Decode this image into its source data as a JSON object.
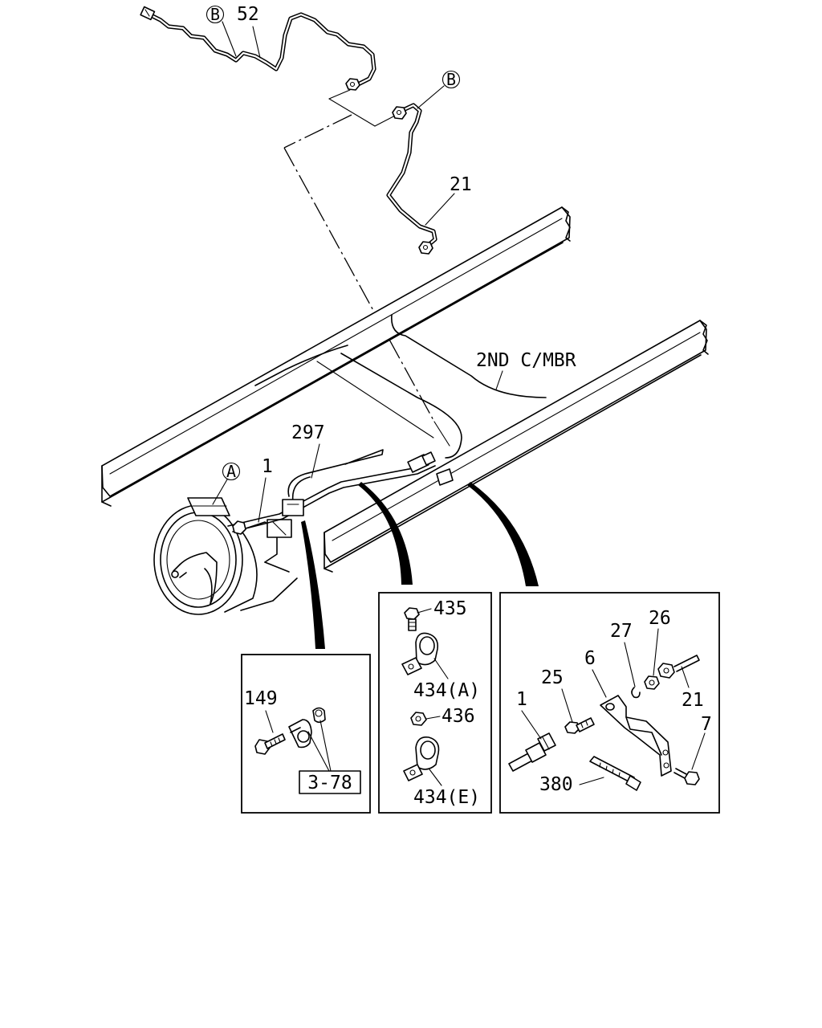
{
  "labels": {
    "c_b_top": "B",
    "n_52": "52",
    "c_b_right": "B",
    "n_21_top": "21",
    "member": "2ND C/MBR",
    "n_297": "297",
    "c_a": "A",
    "n_1_top": "1",
    "n_435": "435",
    "n_434a": "434(A)",
    "n_436": "436",
    "n_434e": "434(E)",
    "n_149": "149",
    "ref_3_78": "3-78",
    "n_26": "26",
    "n_27": "27",
    "n_25": "25",
    "n_6": "6",
    "n_1_detail": "1",
    "n_21_detail": "21",
    "n_7": "7",
    "n_380": "380"
  }
}
